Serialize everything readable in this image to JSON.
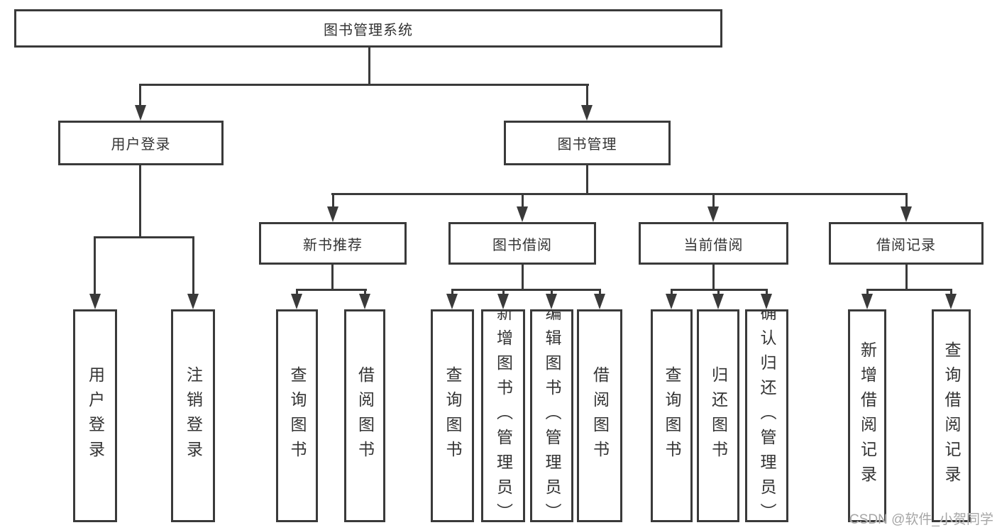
{
  "diagram": {
    "root": {
      "label": "图书管理系统"
    },
    "branches": [
      {
        "label": "用户登录",
        "children": [
          {
            "label": "用户登录"
          },
          {
            "label": "注销登录"
          }
        ]
      },
      {
        "label": "图书管理",
        "children": [
          {
            "label": "新书推荐",
            "children": [
              {
                "label": "查询图书"
              },
              {
                "label": "借阅图书"
              }
            ]
          },
          {
            "label": "图书借阅",
            "children": [
              {
                "label": "查询图书"
              },
              {
                "label": "新增图书（管理员）"
              },
              {
                "label": "编辑图书（管理员）"
              },
              {
                "label": "借阅图书"
              }
            ]
          },
          {
            "label": "当前借阅",
            "children": [
              {
                "label": "查询图书"
              },
              {
                "label": "归还图书"
              },
              {
                "label": "确认归还（管理员）"
              }
            ]
          },
          {
            "label": "借阅记录",
            "children": [
              {
                "label": "新增借阅记录"
              },
              {
                "label": "查询借阅记录"
              }
            ]
          }
        ]
      }
    ],
    "watermark": "CSDN @软件_小贺同学",
    "colors": {
      "line": "#3a3a3a",
      "text": "#333333",
      "background": "#ffffff",
      "watermark": "#a6a6a6"
    }
  }
}
